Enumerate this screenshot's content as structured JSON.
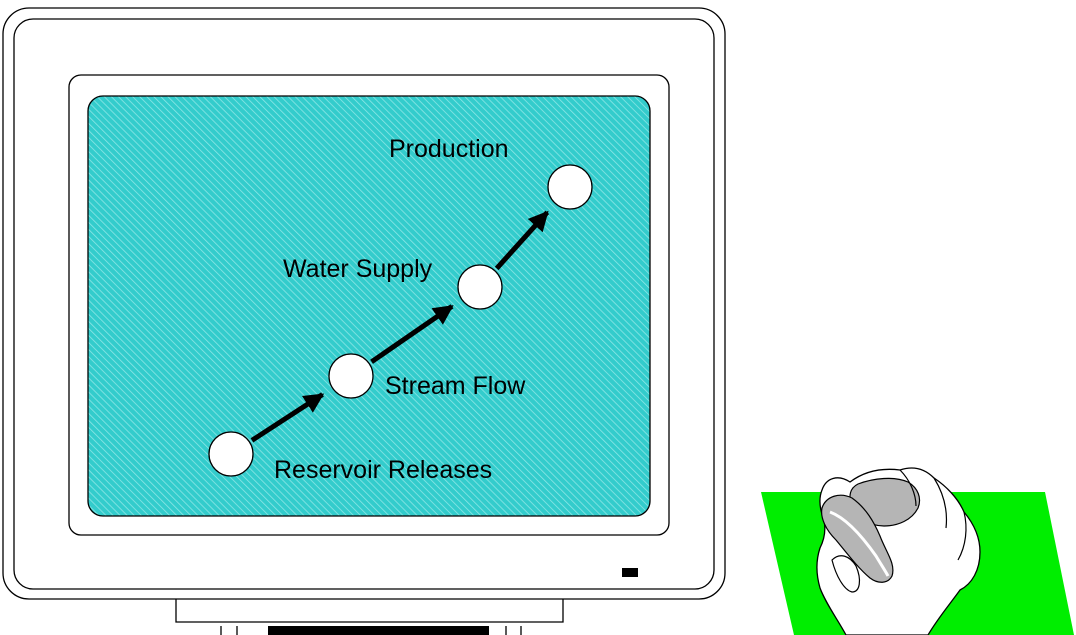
{
  "diagram": {
    "nodes": [
      {
        "id": "reservoir-releases",
        "label": "Reservoir Releases"
      },
      {
        "id": "stream-flow",
        "label": "Stream Flow"
      },
      {
        "id": "water-supply",
        "label": "Water Supply"
      },
      {
        "id": "production",
        "label": "Production"
      }
    ],
    "edges": [
      {
        "from": "reservoir-releases",
        "to": "stream-flow"
      },
      {
        "from": "stream-flow",
        "to": "water-supply"
      },
      {
        "from": "water-supply",
        "to": "production"
      }
    ]
  },
  "colors": {
    "screen": "#33cccc",
    "screen_hatch": "#8ee6e6",
    "mousepad": "#00ee00",
    "node_fill": "#ffffff",
    "outline": "#000000",
    "mouse_body": "#b5b5b5"
  },
  "icons": {
    "monitor": "crt-monitor-icon",
    "hand": "hand-on-mouse-icon"
  }
}
